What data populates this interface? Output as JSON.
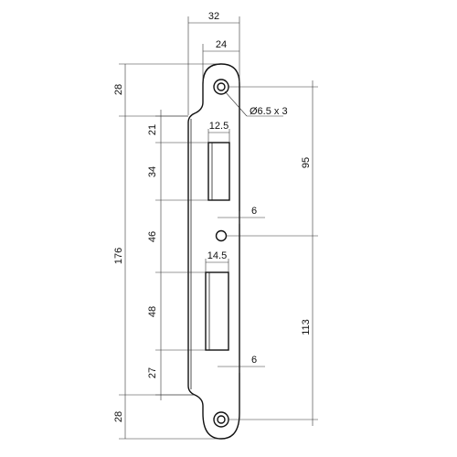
{
  "dimensions": {
    "overall_width": "32",
    "body_width": "24",
    "top_end": "28",
    "hole_spec": "Ø6.5 x 3",
    "latch_offset": "21",
    "latch_width": "12.5",
    "latch_height": "34",
    "upper_hole_to_center": "95",
    "center_hole_offset_top": "6",
    "between_openings": "46",
    "overall_length": "176",
    "bolt_width": "14.5",
    "bolt_height": "48",
    "center_to_lower_hole": "113",
    "center_hole_offset_bottom": "6",
    "bolt_offset_bottom": "27",
    "bottom_end": "28"
  }
}
